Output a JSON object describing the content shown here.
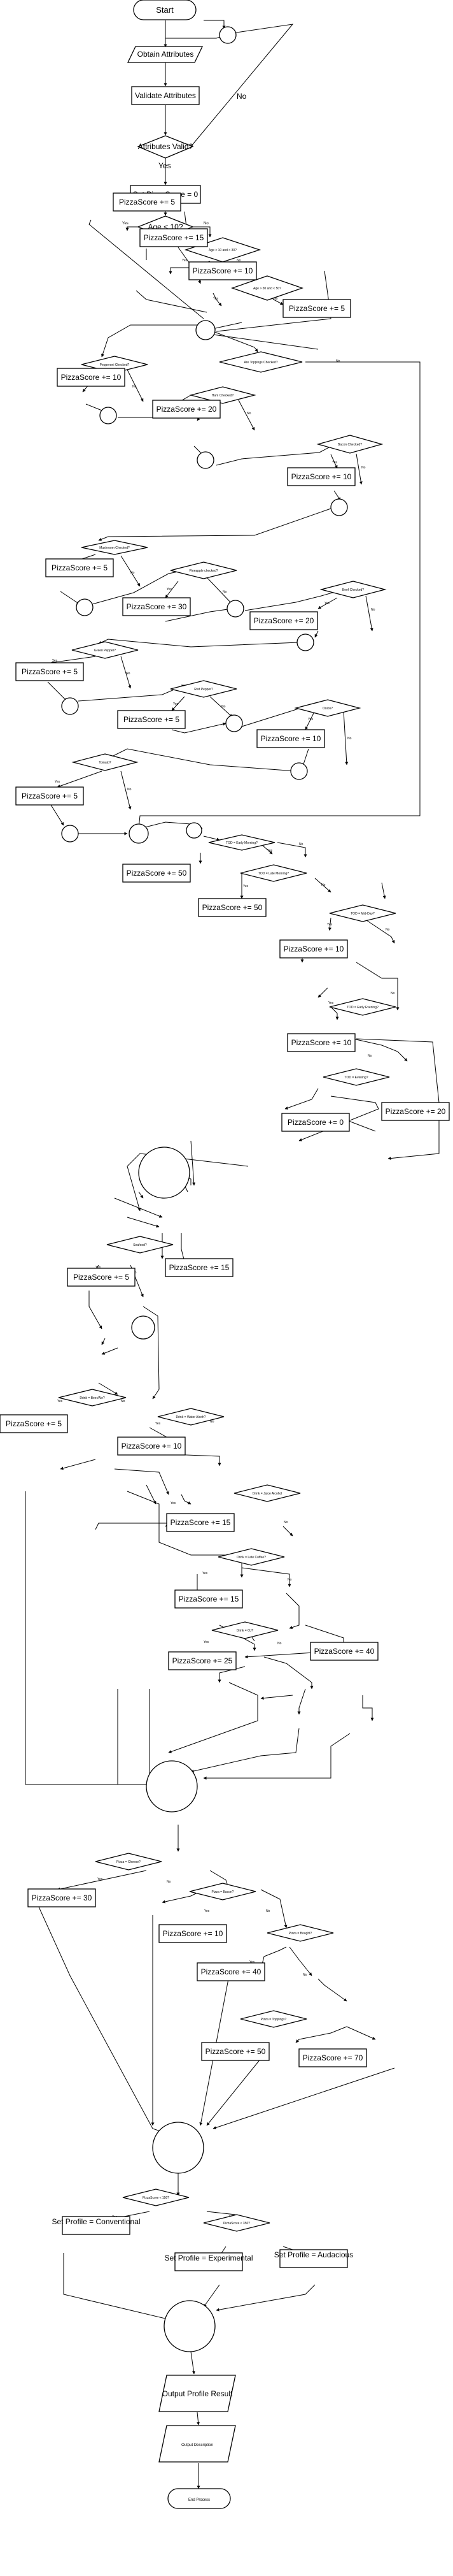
{
  "start": "Start",
  "obtain": "Obtain Attributes",
  "validate": "Validate Attributes",
  "valid_q": "Attributes Valid?",
  "yes": "Yes",
  "no": "No",
  "set_score": "Set PizzaScore = 0",
  "age_q": "Age < 10?",
  "age1": "Age > 10 and < 30?",
  "age2": "Age > 30 and < 50?",
  "top_q": "Are Toppings Checked?",
  "pepperoni_q": "Pepperoni Checked?",
  "ham_q": "Ham Checked?",
  "bacon_q": "Bacon Checked?",
  "mushroom_q": "Mushroom Checked?",
  "pineapple_q": "Pineapple checked?",
  "beef_q": "Beef Checked?",
  "green_q": "Green Pepper?",
  "red_q": "Red Pepper?",
  "onion_q": "Onion?",
  "tomato_q": "Tomato?",
  "tod1": "TOD = Early Morning?",
  "tod2": "TOD = Late Morning?",
  "tod3": "TOD = Mid-Day?",
  "tod4": "TOD = Early Evening?",
  "tod5": "TOD = Evening?",
  "seafood_q": "Seafood?",
  "drink1": "Drink = Beer/Ale?",
  "drink2": "Drink = Water Alcoh?",
  "drink3": "Drink = Juice Alcohol",
  "drink4": "Drink = Late Coffee?",
  "drink5": "Drink = OJ?",
  "pizza1": "Pizza = Cheese?",
  "pizza2": "Pizza = Bacon?",
  "pizza3": "Pizza = Bought?",
  "pizza4": "Pizza = Toppings?",
  "prof1": "PizzaScore < 150?",
  "prof2": "PizzaScore < 350?",
  "conv": "Set Profile = Conventional",
  "exper": "Set Profile = Experimental",
  "auda": "Set Profile = Audacious",
  "output_result": "Output Profile Result",
  "output_desc": "Output Description",
  "end": "End Process",
  "ps5": "PizzaScore += 5",
  "ps10": "PizzaScore += 10",
  "ps15": "PizzaScore += 15",
  "ps20": "PizzaScore += 20",
  "ps25": "PizzaScore += 25",
  "ps30": "PizzaScore += 30",
  "ps40": "PizzaScore += 40",
  "ps50": "PizzaScore += 50",
  "ps70": "PizzaScore += 70",
  "ps0": "PizzaScore += 0"
}
